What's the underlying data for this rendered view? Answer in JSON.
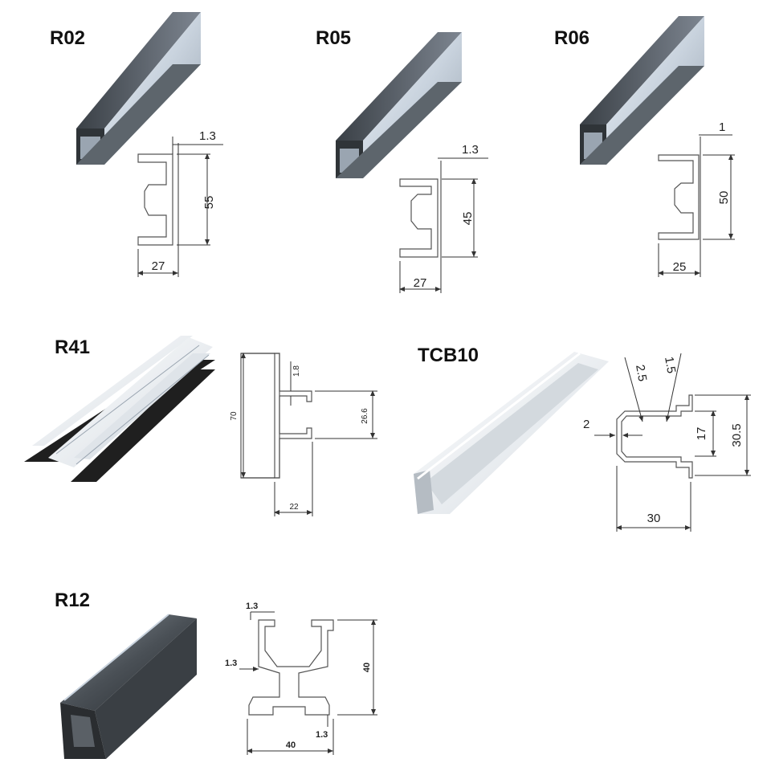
{
  "profiles": [
    {
      "id": "r02",
      "title": "R02",
      "dims": {
        "thickness": "1.3",
        "height": "55",
        "width": "27"
      }
    },
    {
      "id": "r05",
      "title": "R05",
      "dims": {
        "thickness": "1.3",
        "height": "45",
        "width": "27"
      }
    },
    {
      "id": "r06",
      "title": "R06",
      "dims": {
        "thickness": "1",
        "height": "50",
        "width": "25"
      }
    },
    {
      "id": "r41",
      "title": "R41",
      "dims": {
        "thickness": "1.8",
        "height": "70",
        "opening": "26.6",
        "width": "22"
      }
    },
    {
      "id": "tcb10",
      "title": "TCB10",
      "dims": {
        "lip_angle": "2.5",
        "lip_thickness": "1.5",
        "wall": "2",
        "opening": "17",
        "height": "30.5",
        "width": "30"
      }
    },
    {
      "id": "r12",
      "title": "R12",
      "dims": {
        "top_thickness": "1.3",
        "side_thickness": "1.3",
        "bottom_thickness": "1.3",
        "height": "40",
        "width": "40"
      }
    }
  ],
  "colors": {
    "rail_dark": "#2f3438",
    "rail_mid": "#7d8590",
    "rail_light": "#c9d3de",
    "rail_highlight": "#eef3f8",
    "rubber": "#1f1f1f",
    "line": "#333333"
  }
}
